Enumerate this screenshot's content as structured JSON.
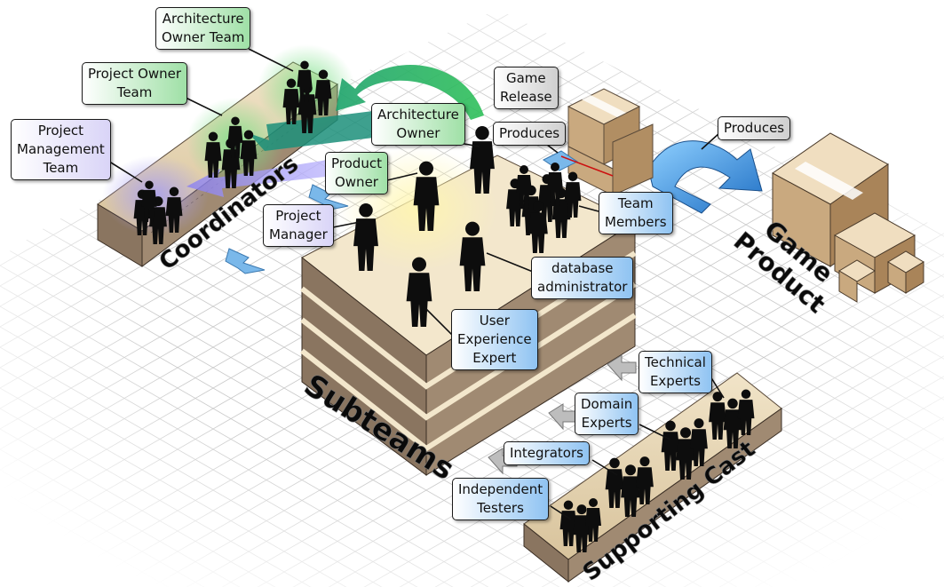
{
  "platform_labels": {
    "coordinators": "Coordinators",
    "subteams": "Subteams",
    "supporting_cast": "Supporting Cast",
    "game_product": "Game Product"
  },
  "callouts": {
    "architecture_owner_team": "Architecture\nOwner Team",
    "project_owner_team": "Project Owner\nTeam",
    "project_management_team": "Project\nManagement\nTeam",
    "architecture_owner": "Architecture\nOwner",
    "product_owner": "Product\nOwner",
    "project_manager": "Project\nManager",
    "game_release": "Game\nRelease",
    "produces_small": "Produces",
    "produces_large": "Produces",
    "team_members": "Team\nMembers",
    "database_administrator": "database\nadministrator",
    "user_experience_expert": "User\nExperience\nExpert",
    "technical_experts": "Technical\nExperts",
    "domain_experts": "Domain\nExperts",
    "integrators": "Integrators",
    "independent_testers": "Independent\nTesters"
  },
  "colors": {
    "coordinator_callout": "#d9d4f7",
    "owner_callout": "#9fe0a6",
    "team_callout": "#8fc3f2",
    "release_callout": "#cfcfcf",
    "platform_top": "#e9dcc4",
    "platform_side": "#8a7560",
    "arrow_blue": "#3a8fdc",
    "arrow_green": "#1e9a5a"
  }
}
